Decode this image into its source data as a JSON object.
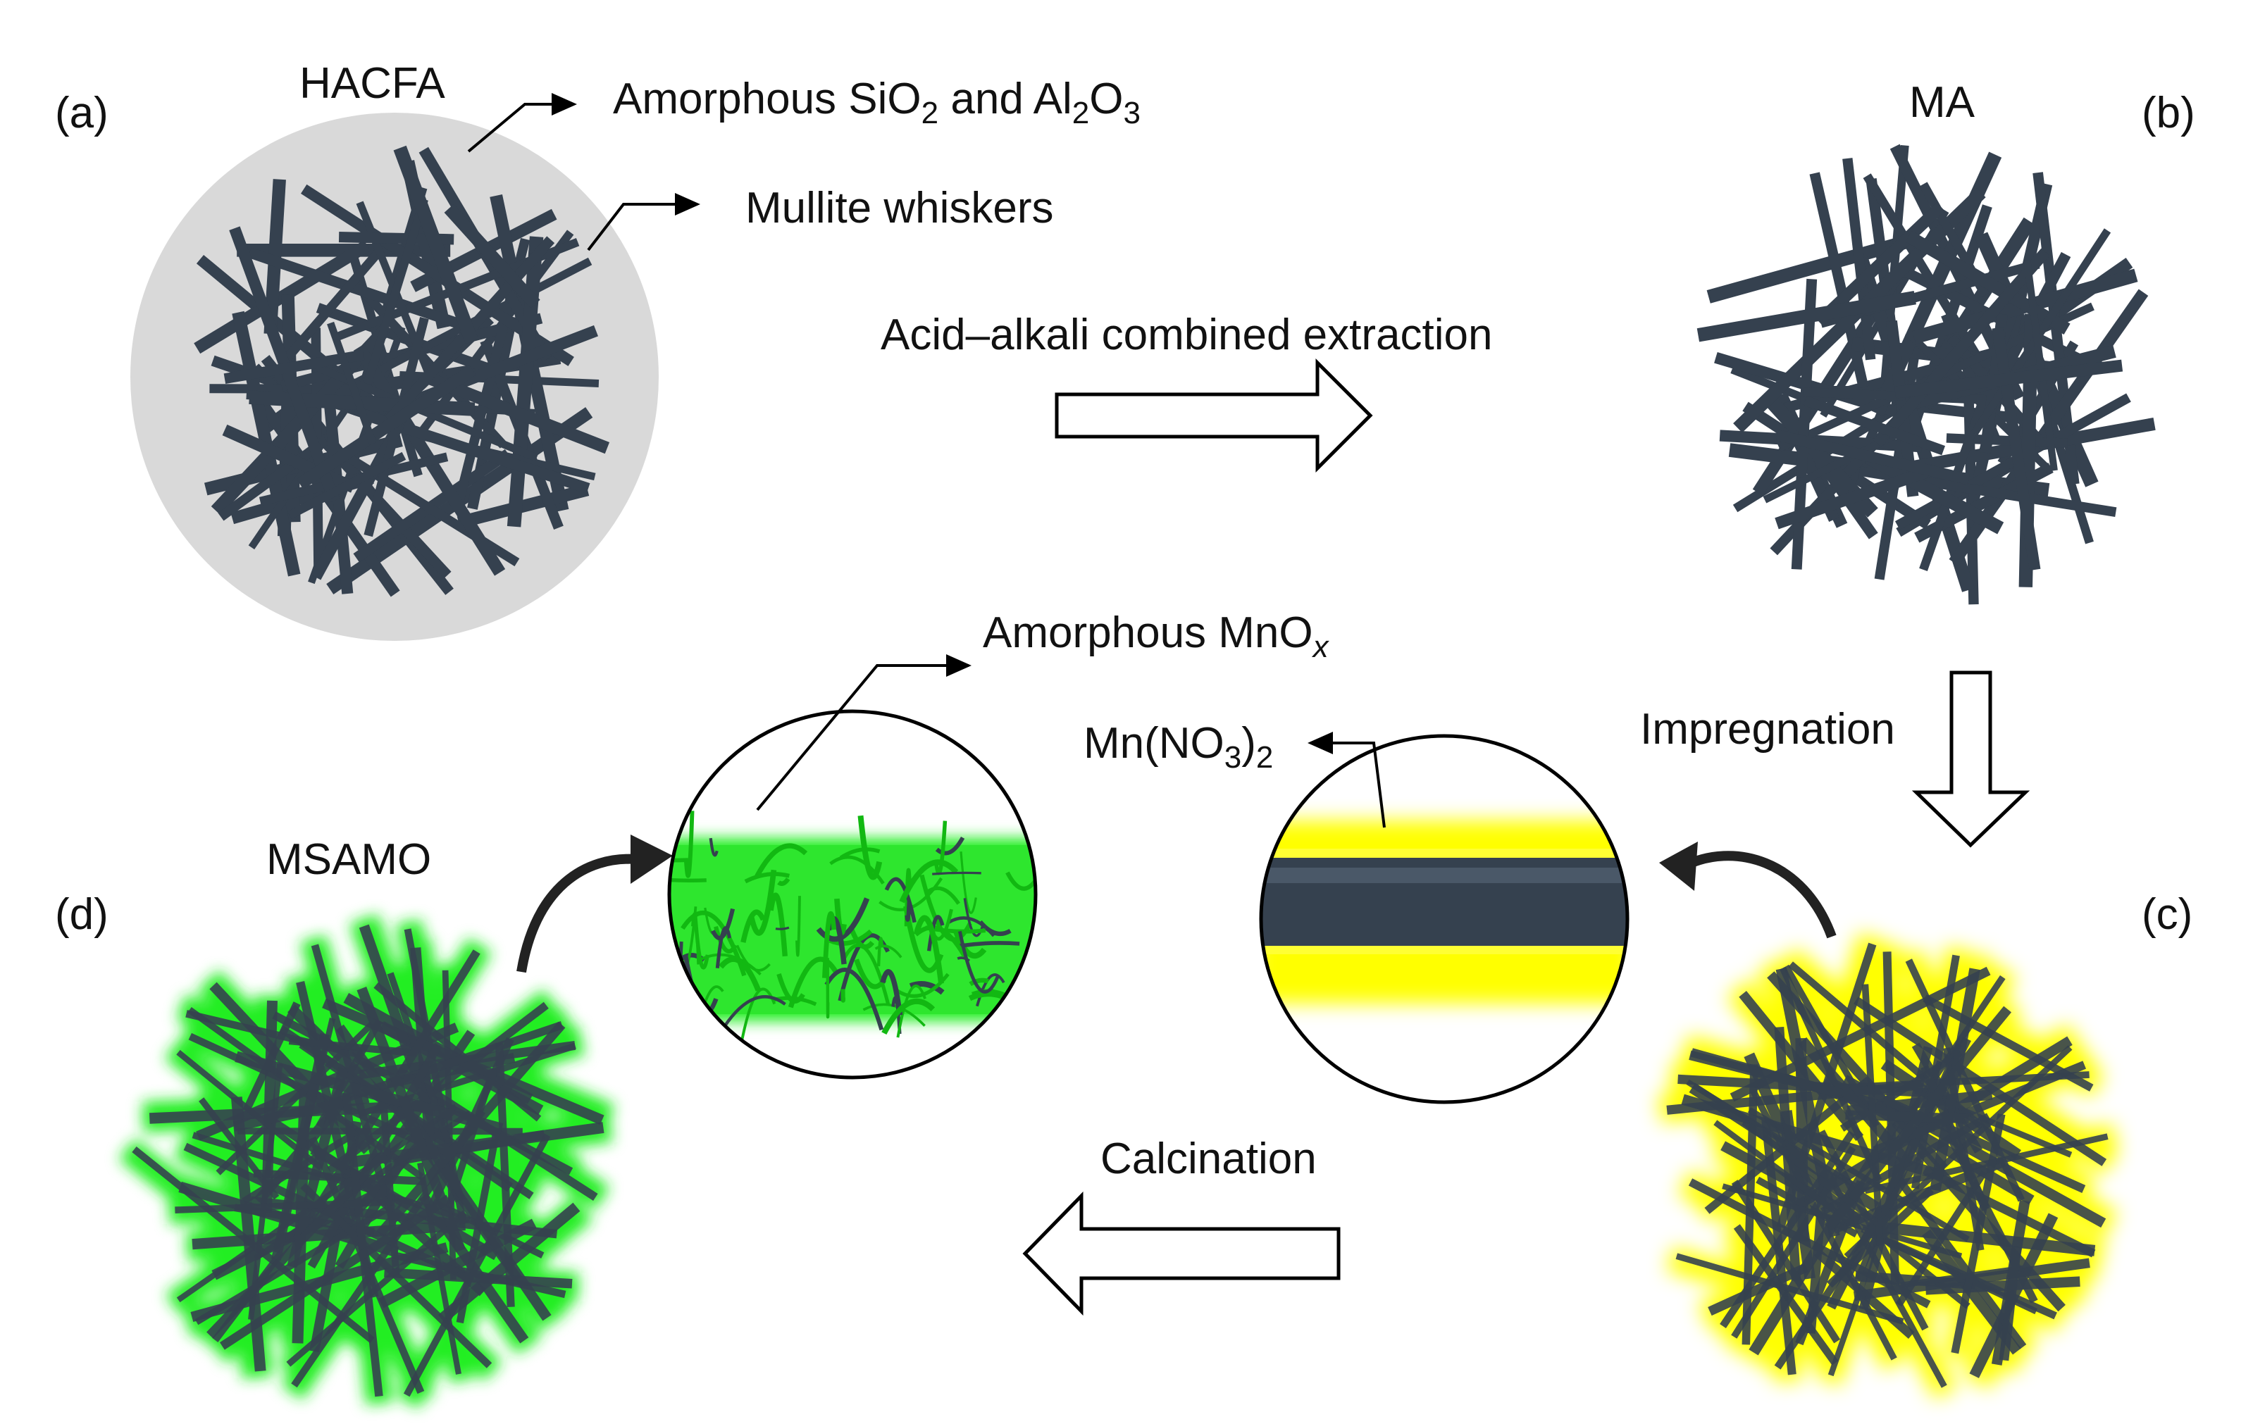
{
  "panels": {
    "a": {
      "tag": "(a)",
      "name": "HACFA",
      "callout_amorphous": {
        "pre": "Amorphous SiO",
        "sub1": "2",
        "mid": " and Al",
        "sub2": "2",
        "mid2": "O",
        "sub3": "3"
      },
      "callout_whiskers": "Mullite whiskers"
    },
    "b": {
      "tag": "(b)",
      "name": "MA"
    },
    "c": {
      "tag": "(c)",
      "callout": {
        "pre": "Mn(NO",
        "sub1": "3",
        "mid": ")",
        "sub2": "2"
      }
    },
    "d": {
      "tag": "(d)",
      "name": "MSAMO",
      "callout": {
        "pre": "Amorphous MnO",
        "sub": "x"
      }
    }
  },
  "steps": {
    "a_to_b": "Acid–alkali combined  extraction",
    "b_to_c": "Impregnation",
    "c_to_d": "Calcination"
  },
  "colors": {
    "fiber": "#35414f",
    "hacfa_matrix": "#d9d9d9",
    "mn_nitrate_coating": "#ffff00",
    "mnox_coating": "#22ee22",
    "arrow_outline": "#000000"
  }
}
